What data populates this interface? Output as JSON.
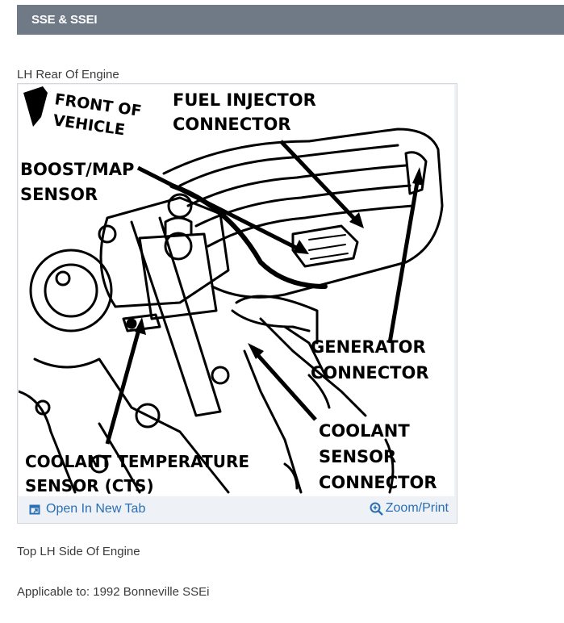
{
  "header": {
    "title": "SSE & SSEI"
  },
  "figure": {
    "caption_above": "LH Rear Of Engine",
    "caption_below": "Top LH Side Of Engine",
    "labels": {
      "front_line1": "FRONT OF",
      "front_line2": "VEHICLE",
      "fuel_line1": "FUEL INJECTOR",
      "fuel_line2": "CONNECTOR",
      "boost_line1": "BOOST/MAP",
      "boost_line2": "SENSOR",
      "gen_line1": "GENERATOR",
      "gen_line2": "CONNECTOR",
      "coolant_line1": "COOLANT",
      "coolant_line2": "SENSOR",
      "coolant_line3": "CONNECTOR",
      "cts_line1": "COOLANT TEMPERATURE",
      "cts_line2": "SENSOR (CTS)"
    },
    "open_tab_label": "Open In New Tab",
    "zoom_label": "Zoom/Print",
    "icons": {
      "open_tab": "external-link-icon",
      "zoom": "zoom-in-icon"
    }
  },
  "applicable": "Applicable to: 1992 Bonneville SSEi",
  "colors": {
    "header_bg": "#6f7a86",
    "link": "#2a6fb5"
  }
}
